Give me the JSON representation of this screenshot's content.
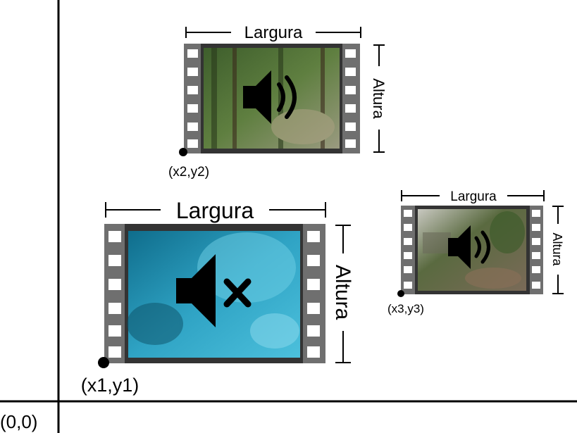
{
  "origin_label": "(0,0)",
  "videos": [
    {
      "id": "video2",
      "width_label": "Largura",
      "height_label": "Altura",
      "corner_label": "(x2,y2)",
      "audio": "sound-on",
      "scene": "forest",
      "colors": [
        "#5a7a3c",
        "#2f4a22",
        "#8a9a6a"
      ]
    },
    {
      "id": "video1",
      "width_label": "Largura",
      "height_label": "Altura",
      "corner_label": "(x1,y1)",
      "audio": "muted",
      "scene": "underwater",
      "colors": [
        "#1d8fb0",
        "#38a9c8",
        "#0e5f7e"
      ]
    },
    {
      "id": "video3",
      "width_label": "Largura",
      "height_label": "Altura",
      "corner_label": "(x3,y3)",
      "audio": "sound-on",
      "scene": "garden",
      "colors": [
        "#6a6a4a",
        "#8a7a60",
        "#3e5a30"
      ]
    }
  ]
}
